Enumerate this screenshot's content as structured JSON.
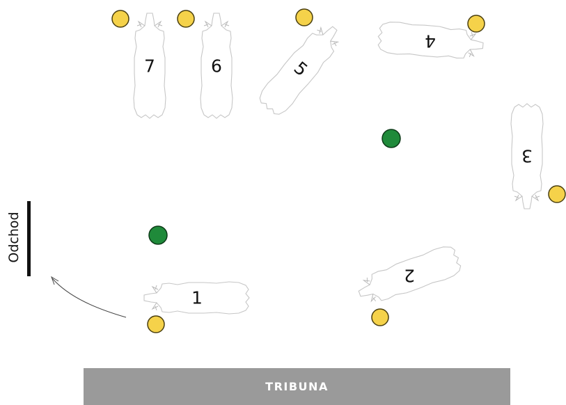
{
  "exit": {
    "label": "Odchod"
  },
  "stand": {
    "label": "TRIBUNA"
  },
  "colors": {
    "handler_dot": "#f5d24a",
    "handler_dot_stroke": "#4a3f10",
    "green_dot": "#1f8a3a",
    "green_dot_stroke": "#0d3a18",
    "cow_outline": "#c6c6c6",
    "stand_bar": "#9a9a9a"
  },
  "cows": [
    {
      "number": "1"
    },
    {
      "number": "2"
    },
    {
      "number": "3"
    },
    {
      "number": "4"
    },
    {
      "number": "5"
    },
    {
      "number": "6"
    },
    {
      "number": "7"
    }
  ],
  "legend_items": []
}
